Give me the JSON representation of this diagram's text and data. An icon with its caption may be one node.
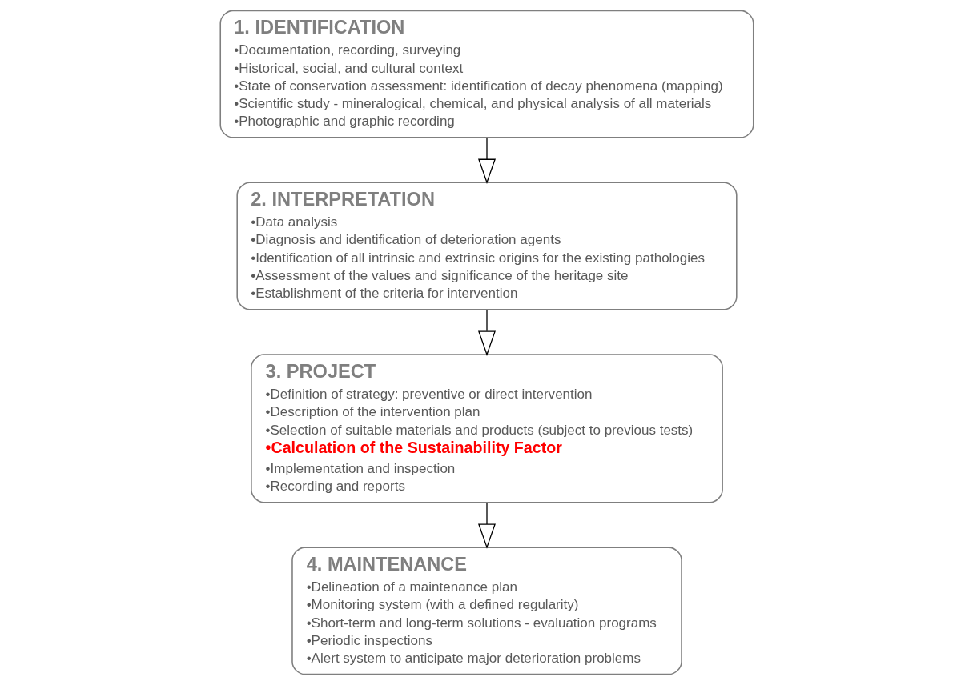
{
  "diagram": {
    "nodes": [
      {
        "text": [
          "1. IDENTIFICATION",
          "•Documentation, recording, surveying",
          "•Historical, social, and cultural context",
          "•State of conservation assessment: identification of decay phenomena (mapping)",
          "•Scientific study - mineralogical, chemical, and physical analysis of all materials",
          "•Photographic and graphic recording"
        ]
      },
      {
        "text": [
          "2. INTERPRETATION",
          "•Data analysis",
          "•Diagnosis and identification of deterioration agents",
          "•Identification of all intrinsic and extrinsic origins for the existing pathologies",
          "•Assessment of the values and significance of the heritage site",
          "•Establishment of the criteria for intervention"
        ]
      },
      {
        "text": [
          "3. PROJECT",
          "•Definition of strategy: preventive or direct intervention",
          "•Description of the intervention plan",
          "•Selection of suitable materials and products (subject to previous tests)",
          "•Calculation of the Sustainability Factor",
          "•Implementation and inspection",
          "•Recording and reports"
        ]
      },
      {
        "text": [
          "4. MAINTENANCE",
          "•Delineation of a maintenance plan",
          "•Monitoring system (with a defined regularity)",
          "•Short-term and long-term solutions - evaluation programs",
          "•Periodic inspections",
          "•Alert system to anticipate major deterioration problems"
        ]
      }
    ],
    "edges": [
      {
        "from": 0,
        "to": 1,
        "arrow": "to"
      },
      {
        "from": 1,
        "to": 2,
        "arrow": "to"
      },
      {
        "from": 2,
        "to": 3,
        "arrow": "to"
      }
    ]
  }
}
